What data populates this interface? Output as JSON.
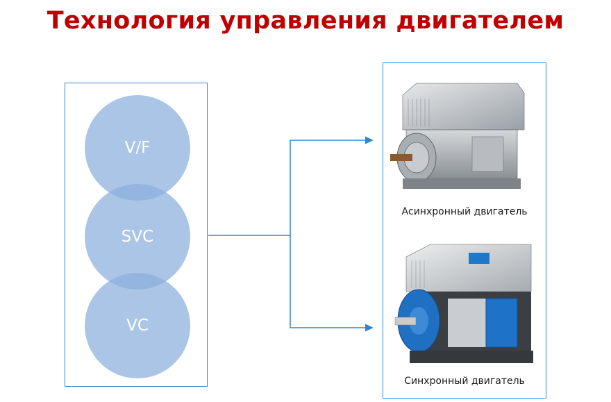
{
  "title": "Технология управления двигателем",
  "control_methods": [
    "V/F",
    "SVC",
    "VC"
  ],
  "motors": [
    {
      "caption": "Асинхронный двигатель",
      "image": "async-motor-photo"
    },
    {
      "caption": "Синхронный двигатель",
      "image": "sync-motor-photo"
    }
  ],
  "colors": {
    "title": "#c00000",
    "border": "#2e86d4",
    "circle_fill": "#8aaedc",
    "connector": "#2e86d4"
  }
}
